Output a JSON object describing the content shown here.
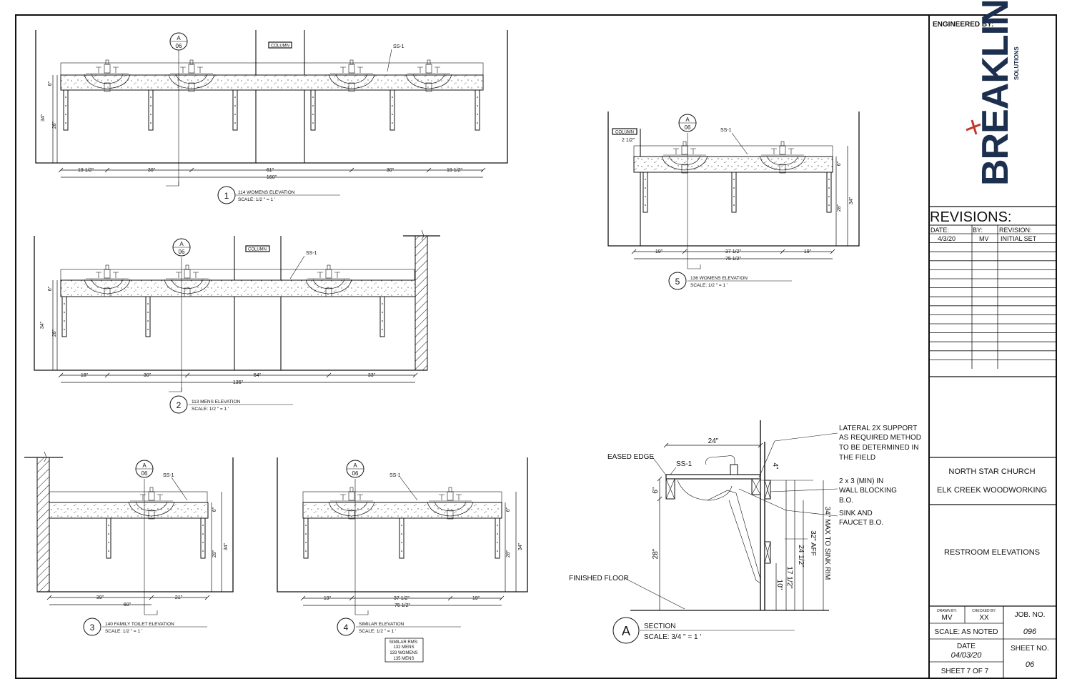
{
  "title_block": {
    "engineered_by": "ENGINEERED BY:",
    "logo_text": "BREAKLINE",
    "logo_sub": "SOLUTIONS",
    "revisions_title": "REVISIONS:",
    "rev_headers": [
      "DATE:",
      "BY:",
      "REVISION:"
    ],
    "rev_row": [
      "4/3/20",
      "MV",
      "INITIAL SET"
    ],
    "client": "NORTH STAR CHURCH",
    "contractor": "ELK CREEK WOODWORKING",
    "sheet_title": "RESTROOM ELEVATIONS",
    "drawn_by_label": "DRAWN BY:",
    "drawn_by": "MV",
    "checked_by_label": "CHECKED BY:",
    "checked_by": "XX",
    "job_no_label": "JOB. NO.",
    "job_no": "096",
    "scale": "SCALE: AS NOTED",
    "date_label": "DATE",
    "date": "04/03/20",
    "sheet_no_label": "SHEET NO.",
    "sheet_no": "06",
    "sheet_count": "SHEET 7 OF 7"
  },
  "views": {
    "v1": {
      "num": "1",
      "title": "114 WOMENS ELEVATION",
      "scale": "SCALE: 1/2 \" = 1 '",
      "dims": [
        "19 1/2\"",
        "30\"",
        "61\"",
        "30\"",
        "19 1/2\""
      ],
      "total": "160\"",
      "h_top": "6\"",
      "h_mid": "28\"",
      "h_all": "34\""
    },
    "v2": {
      "num": "2",
      "title": "113 MENS ELEVATION",
      "scale": "SCALE: 1/2 \" = 1 '",
      "dims": [
        "18\"",
        "30\"",
        "54\"",
        "33\""
      ],
      "total": "135\"",
      "h_top": "6\"",
      "h_mid": "28\"",
      "h_all": "34\""
    },
    "v3": {
      "num": "3",
      "title": "140 FAMILY TOILET ELEVATION",
      "scale": "SCALE: 1/2 \" = 1 '",
      "dims": [
        "39\"",
        "21\""
      ],
      "total": "60\"",
      "h_top": "6\"",
      "h_mid": "28\"",
      "h_all": "34\""
    },
    "v4": {
      "num": "4",
      "title": "SIMILAR ELEVATION",
      "scale": "SCALE: 1/2 \" = 1 '",
      "dims": [
        "19\"",
        "37 1/2\"",
        "19\""
      ],
      "total": "75 1/2\"",
      "h_top": "6\"",
      "h_mid": "28\"",
      "h_all": "34\"",
      "similar": [
        "SIMILAR RMS:",
        "132 MENS",
        "133 WOMENS",
        "135 MENS"
      ]
    },
    "v5": {
      "num": "5",
      "title": "136 WOMENS ELEVATION",
      "scale": "SCALE: 1/2 \" = 1 '",
      "dims": [
        "19\"",
        "37 1/2\"",
        "19\""
      ],
      "total": "75 1/2\"",
      "h_top": "6\"",
      "h_mid": "28\"",
      "h_all": "34\"",
      "offset": "2 1/2\""
    },
    "section": {
      "num": "A",
      "title": "SECTION",
      "scale": "SCALE: 3/4 \" = 1 '",
      "width": "24\"",
      "top": "4\"",
      "depth": "6\"",
      "leg": "28\"",
      "aff": "32\" AFF",
      "max": "34\" MAX TO SINK RIM",
      "d1": "24 1/2\"",
      "d2": "17 1/2\"",
      "d3": "10\"",
      "eased": "EASED EDGE",
      "ss": "SS-1",
      "floor": "FINISHED FLOOR",
      "note1": [
        "LATERAL 2X SUPPORT",
        "AS REQUIRED METHOD",
        "TO BE DETERMINED IN",
        "THE FIELD"
      ],
      "note2": [
        "2 x 3 (MIN) IN",
        "WALL BLOCKING",
        "B.O."
      ],
      "note3": [
        "SINK AND",
        "FAUCET B.O."
      ]
    }
  },
  "tags": {
    "column": "COLUMN",
    "ss": "SS-1",
    "sec_top": "A",
    "sec_bot": "06"
  }
}
